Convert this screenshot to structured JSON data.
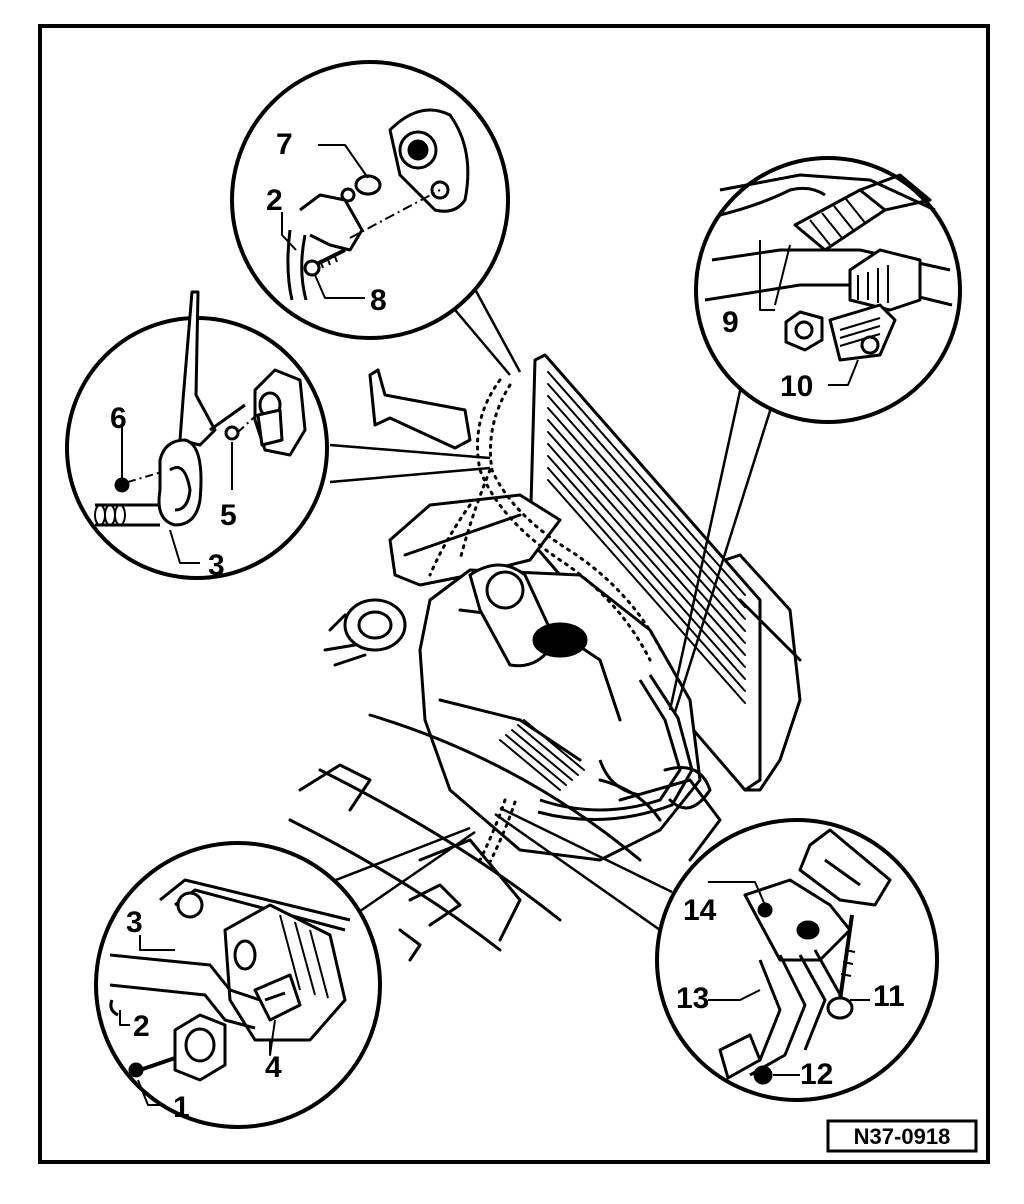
{
  "diagram": {
    "drawing_code": "N37-0918",
    "callouts": {
      "top_center": [
        "7",
        "2",
        "8"
      ],
      "top_right": [
        "9",
        "10"
      ],
      "middle_left": [
        "6",
        "5",
        "3"
      ],
      "bottom_left": [
        "3",
        "2",
        "4",
        "1"
      ],
      "bottom_right": [
        "14",
        "13",
        "11",
        "12"
      ]
    }
  }
}
